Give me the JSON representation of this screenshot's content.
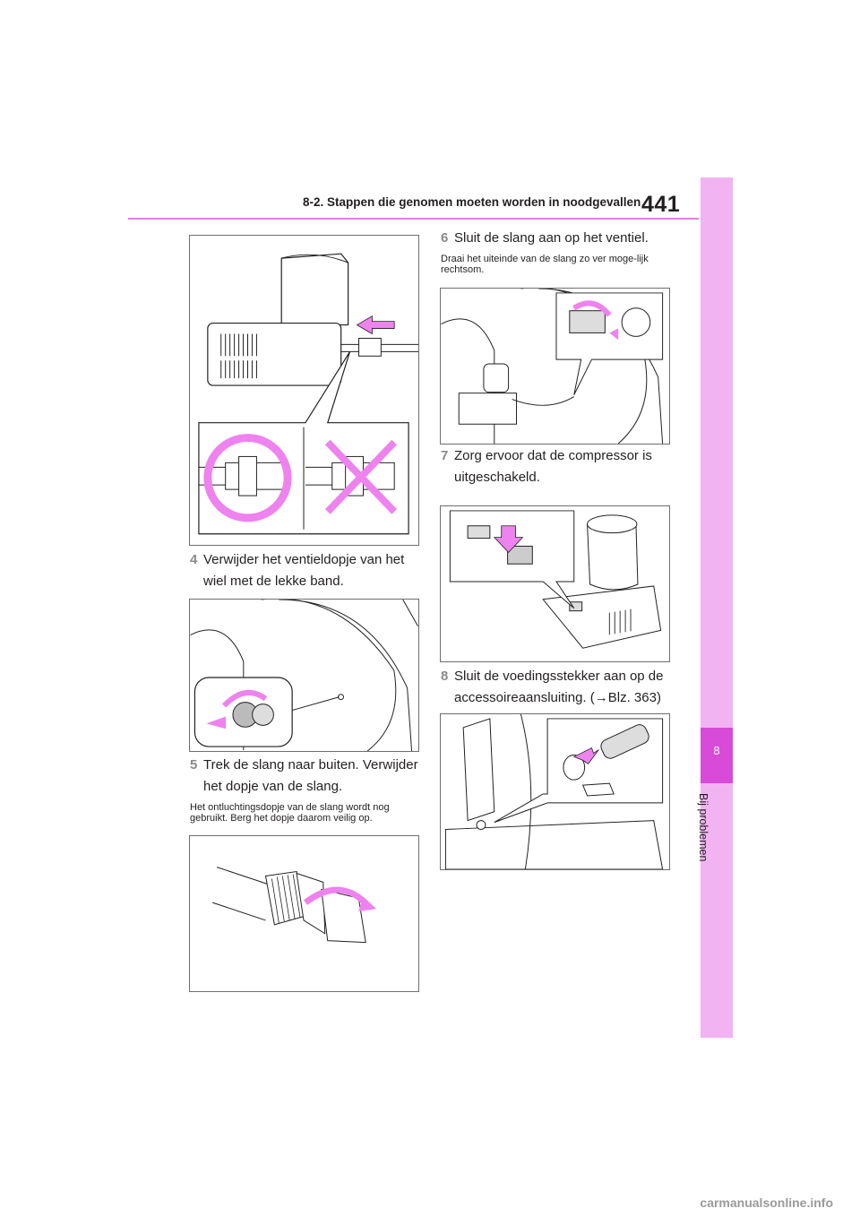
{
  "header": {
    "page_number": "441",
    "section_title": "8-2. Stappen die genomen moeten worden in noodgevallen"
  },
  "side_tab": {
    "chapter_number": "8",
    "chapter_label": "Bij problemen"
  },
  "steps": [
    {
      "number": "4",
      "text": "Verwijder het ventieldopje van het wiel met de lekke band."
    },
    {
      "number": "5",
      "text": "Trek de slang naar buiten. Verwijder het dopje van de slang.",
      "note": "Het ontluchtingsdopje van de slang wordt nog gebruikt. Berg het dopje daarom veilig op."
    },
    {
      "number": "6",
      "text": "Sluit de slang aan op het ventiel.",
      "note": "Draai het uiteinde van de slang zo ver moge-lijk rechtsom."
    },
    {
      "number": "7",
      "text": "Zorg ervoor dat de compressor is uitgeschakeld."
    },
    {
      "number": "8",
      "text": "Sluit de voedingsstekker aan op de accessoireaansluiting. (→Blz. 363)"
    }
  ],
  "footer": {
    "watermark": "carmanualsonline.info"
  },
  "colors": {
    "accent": "#e07fe0",
    "side_tab": "#f2b3f2",
    "chapter_box": "#d84ad8",
    "arrow": "#ee82ee"
  }
}
